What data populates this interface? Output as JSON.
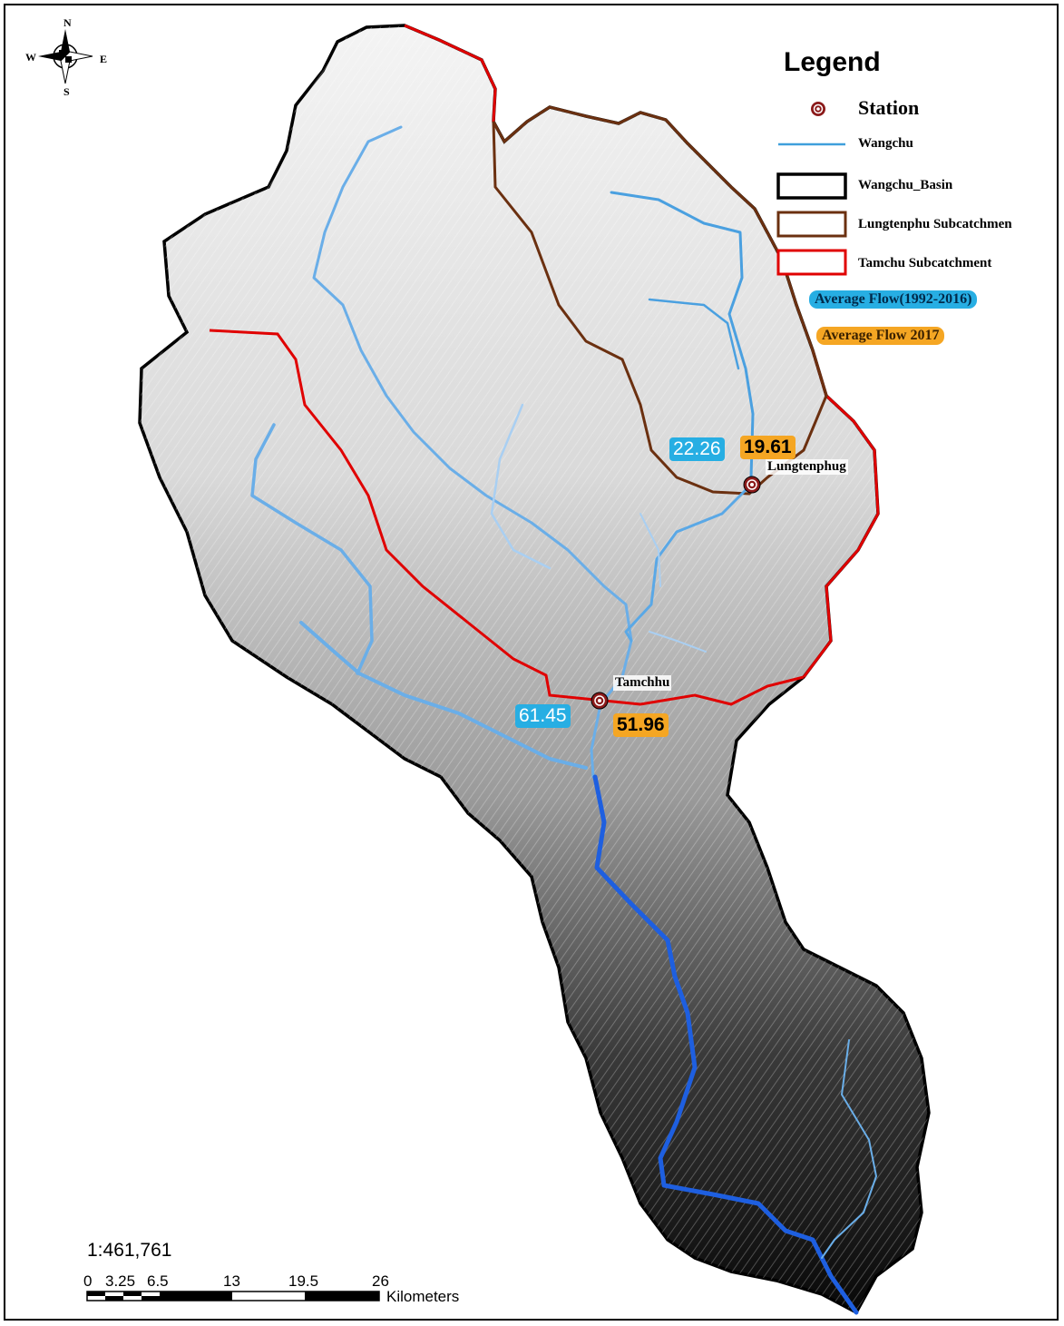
{
  "compass": {
    "n": "N",
    "s": "S",
    "e": "E",
    "w": "W"
  },
  "legend": {
    "title": "Legend",
    "items": [
      {
        "label": "Station",
        "symbol": "station"
      },
      {
        "label": "Wangchu",
        "symbol": "line",
        "color": "#3f9fdc"
      },
      {
        "label": "Wangchu_Basin",
        "symbol": "box",
        "color": "#000000"
      },
      {
        "label": "Lungtenphu Subcatchmen",
        "symbol": "box",
        "color": "#6b3010"
      },
      {
        "label": "Tamchu Subcatchment",
        "symbol": "box",
        "color": "#e00000"
      }
    ],
    "avg_flow_hist": "Average Flow(1992-2016)",
    "avg_flow_2017": "Average Flow 2017"
  },
  "colors": {
    "hist_flow": "#27aee3",
    "flow_2017": "#f5a623",
    "river_main": "#1e5fe0",
    "river_trib": "#6aaee8",
    "basin": "#000000",
    "lungtenphu": "#6b3010",
    "tamchu": "#e00000"
  },
  "stations": [
    {
      "name": "Lungtenphug",
      "avg_flow_1992_2016": "22.26",
      "avg_flow_2017": "19.61"
    },
    {
      "name": "Tamchhu",
      "avg_flow_1992_2016": "61.45",
      "avg_flow_2017": "51.96"
    }
  ],
  "scale": {
    "ratio": "1:461,761",
    "ticks": [
      "0",
      "3.25",
      "6.5",
      "13",
      "19.5",
      "26"
    ],
    "unit": "Kilometers"
  }
}
